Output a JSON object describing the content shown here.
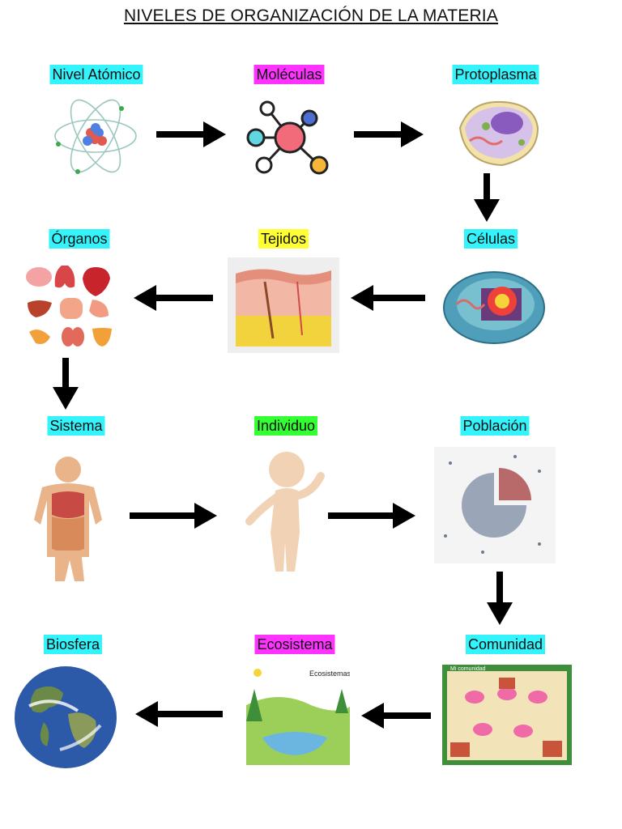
{
  "title": "NIVELES DE ORGANIZACIÓN DE LA MATERIA",
  "levels": [
    {
      "id": "atomico",
      "label": "Nivel Atómico",
      "highlight": "#33f3fb"
    },
    {
      "id": "moleculas",
      "label": "Moléculas",
      "highlight": "#ff33ff"
    },
    {
      "id": "protoplasma",
      "label": "Protoplasma",
      "highlight": "#33f3fb"
    },
    {
      "id": "celulas",
      "label": "Células",
      "highlight": "#33f3fb"
    },
    {
      "id": "tejidos",
      "label": "Tejidos",
      "highlight": "#ffff33"
    },
    {
      "id": "organos",
      "label": "Órganos",
      "highlight": "#33f3fb"
    },
    {
      "id": "sistema",
      "label": "Sistema",
      "highlight": "#33f3fb"
    },
    {
      "id": "individuo",
      "label": "Individuo",
      "highlight": "#33ff33"
    },
    {
      "id": "poblacion",
      "label": "Población",
      "highlight": "#33f3fb"
    },
    {
      "id": "comunidad",
      "label": "Comunidad",
      "highlight": "#33f3fb"
    },
    {
      "id": "ecosistema",
      "label": "Ecosistema",
      "highlight": "#ff33ff"
    },
    {
      "id": "biosfera",
      "label": "Biosfera",
      "highlight": "#33f3fb"
    }
  ],
  "image_text": {
    "ecosistemas": "Ecosistemas",
    "mi_comunidad": "Mi comunidad"
  }
}
